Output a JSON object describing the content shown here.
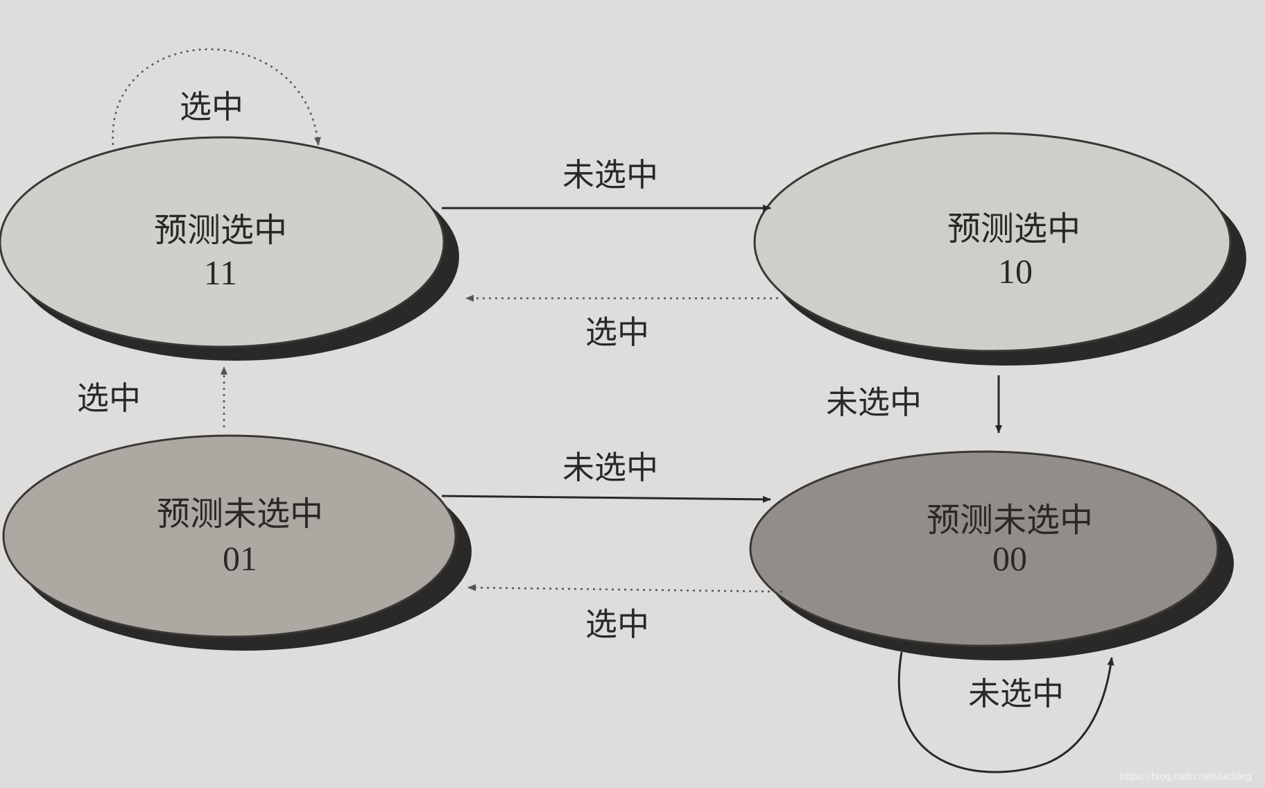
{
  "states": [
    {
      "id": "11",
      "name": "预测选中",
      "code": "11",
      "fill": "#d1cfcc"
    },
    {
      "id": "10",
      "name": "预测选中",
      "code": "10",
      "fill": "#d0cecb"
    },
    {
      "id": "01",
      "name": "预测未选中",
      "code": "01",
      "fill": "#aca8a2"
    },
    {
      "id": "00",
      "name": "预测未选中",
      "code": "00",
      "fill": "#918d88"
    }
  ],
  "transitions": [
    {
      "from": "11",
      "to": "11",
      "label": "选中",
      "style": "dotted"
    },
    {
      "from": "11",
      "to": "10",
      "label": "未选中",
      "style": "solid"
    },
    {
      "from": "10",
      "to": "11",
      "label": "选中",
      "style": "dotted"
    },
    {
      "from": "01",
      "to": "11",
      "label": "选中",
      "style": "dotted"
    },
    {
      "from": "10",
      "to": "00",
      "label": "未选中",
      "style": "solid"
    },
    {
      "from": "01",
      "to": "00",
      "label": "未选中",
      "style": "solid"
    },
    {
      "from": "00",
      "to": "01",
      "label": "选中",
      "style": "dotted"
    },
    {
      "from": "00",
      "to": "00",
      "label": "未选中",
      "style": "solid"
    }
  ],
  "watermark": "https://blog.csdn.net/Jackleg"
}
